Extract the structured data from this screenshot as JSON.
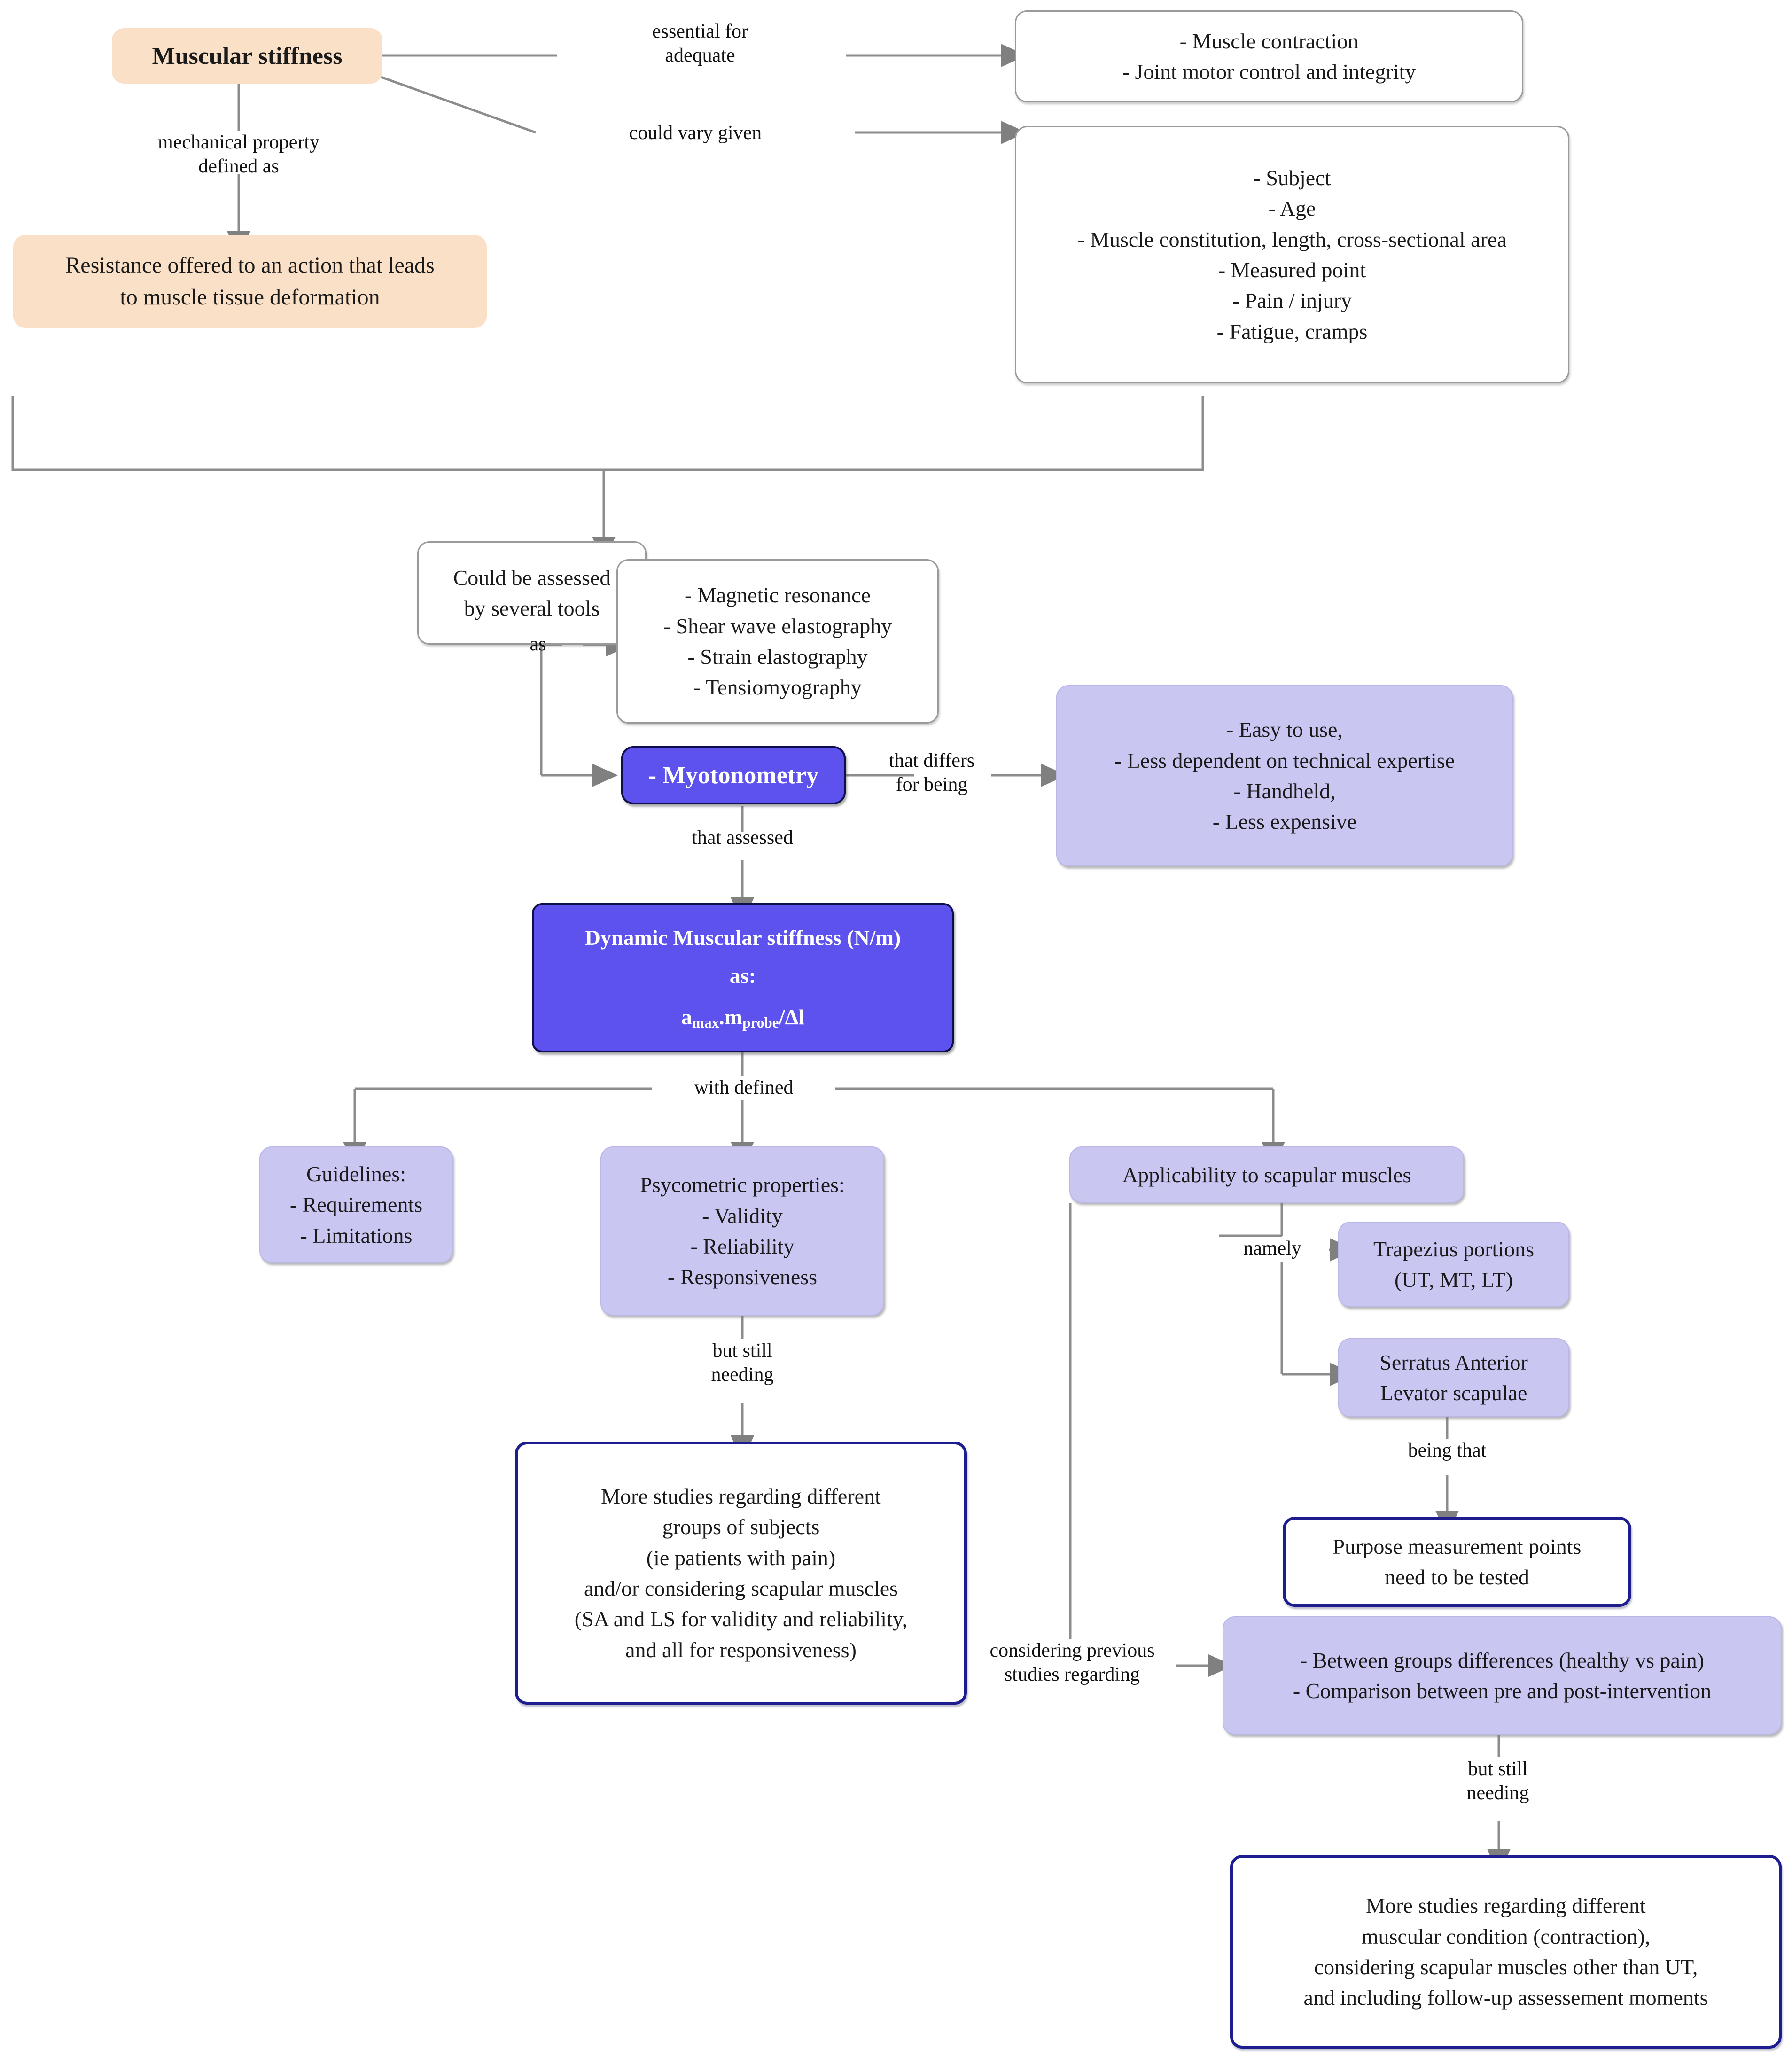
{
  "diagram": {
    "title": "Muscular stiffness concept map",
    "colors": {
      "peach": "#fbe0c8",
      "lavender": "#c9c6f2",
      "blue": "#5d52ee",
      "navy_border": "#1d1d8f",
      "connector": "#8c8c8c"
    }
  },
  "nodes": {
    "muscular_stiffness": {
      "line1": "Muscular stiffness"
    },
    "resistance": {
      "line1": "Resistance offered to an action that leads",
      "line2": "to muscle tissue deformation"
    },
    "essential_outcomes": {
      "line1": "- Muscle contraction",
      "line2": "- Joint motor control and integrity"
    },
    "variation_factors": {
      "line1": "- Subject",
      "line2": "- Age",
      "line3": "- Muscle constitution, length, cross-sectional area",
      "line4": "- Measured point",
      "line5": "- Pain / injury",
      "line6": "- Fatigue, cramps"
    },
    "assessed_tools": {
      "line1": "Could be assessed",
      "line2": "by several tools"
    },
    "tool_list": {
      "line1": "- Magnetic resonance",
      "line2": "- Shear wave elastography",
      "line3": "- Strain elastography",
      "line4": "- Tensiomyography"
    },
    "myotonometry": {
      "line1": "- Myotonometry"
    },
    "myotonometry_benefits": {
      "line1": "- Easy to use,",
      "line2": "- Less dependent on technical expertise",
      "line3": "- Handheld,",
      "line4": "- Less expensive"
    },
    "dynamic_stiffness": {
      "line1": "Dynamic Muscular stiffness (N/m)",
      "line2": "as:",
      "formula_a": "a",
      "formula_a_sub": "max",
      "formula_dot": ".m",
      "formula_m_sub": "probe",
      "formula_tail": "/Δl"
    },
    "guidelines": {
      "line1": "Guidelines:",
      "line2": "- Requirements",
      "line3": "- Limitations"
    },
    "psycometric": {
      "line1": "Psycometric properties:",
      "line2": "- Validity",
      "line3": "- Reliability",
      "line4": "- Responsiveness"
    },
    "applicability": {
      "line1": "Applicability to scapular muscles"
    },
    "trapezius": {
      "line1": "Trapezius portions",
      "line2": "(UT, MT, LT)"
    },
    "serratus": {
      "line1": "Serratus Anterior",
      "line2": "Levator scapulae"
    },
    "purpose_points": {
      "line1": "Purpose measurement points",
      "line2": "need to be tested"
    },
    "previous_studies": {
      "line1": "- Between groups differences (healthy vs pain)",
      "line2": "- Comparison between pre and post-intervention"
    },
    "more_studies_left": {
      "line1": "More studies regarding different",
      "line2": "groups of subjects",
      "line3": "(ie patients with pain)",
      "line4": "and/or considering scapular muscles",
      "line5": "(SA and LS for validity and reliability,",
      "line6": "and all for responsiveness)"
    },
    "more_studies_right": {
      "line1": "More studies regarding different",
      "line2": "muscular condition (contraction),",
      "line3": "considering scapular muscles other than UT,",
      "line4": "and including follow-up assessement moments"
    }
  },
  "edge_labels": {
    "essential_for_adequate": {
      "line1": "essential for",
      "line2": "adequate"
    },
    "mechanical_property": {
      "line1": "mechanical property",
      "line2": "defined as"
    },
    "could_vary_given": {
      "line1": "could vary given"
    },
    "as": {
      "line1": "as"
    },
    "that_differs_for_being": {
      "line1": "that differs",
      "line2": "for being"
    },
    "that_assessed": {
      "line1": "that assessed"
    },
    "with_defined": {
      "line1": "with defined"
    },
    "but_still_needing_left": {
      "line1": "but still",
      "line2": "needing"
    },
    "namely": {
      "line1": "namely"
    },
    "being_that": {
      "line1": "being that"
    },
    "considering_previous": {
      "line1": "considering previous",
      "line2": "studies regarding"
    },
    "but_still_needing_right": {
      "line1": "but still",
      "line2": "needing"
    }
  }
}
